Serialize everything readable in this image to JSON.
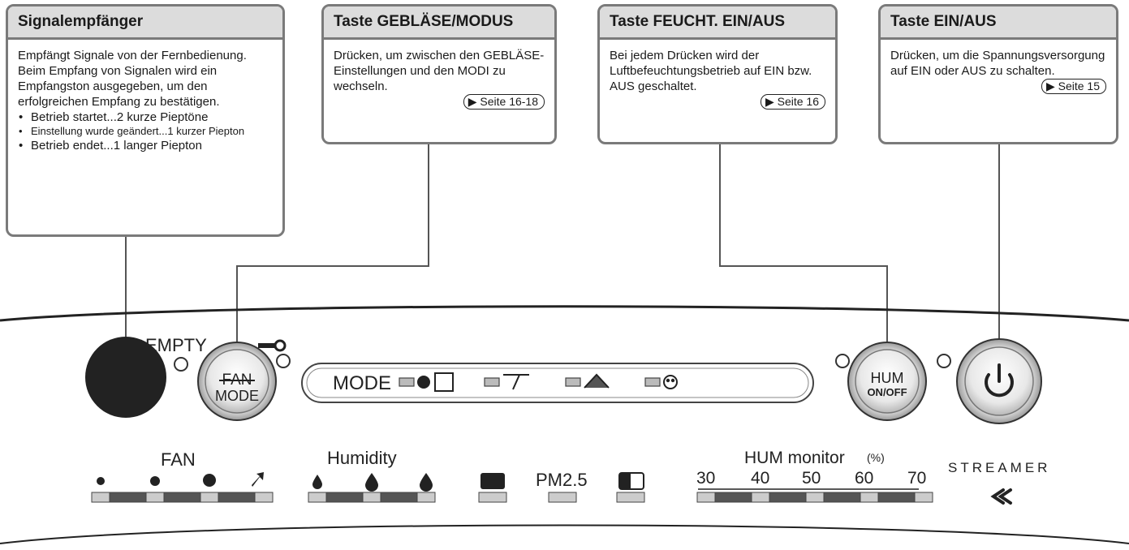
{
  "callouts": {
    "signal": {
      "title": "Signalempfänger",
      "text": "Empfängt Signale von der Fernbedienung. Beim Empfang von Signalen wird ein Empfangston ausgegeben, um den erfolgreichen Empfang zu bestätigen.",
      "bullets": [
        "Betrieb startet...2 kurze Pieptöne",
        "Einstellung wurde geändert...1 kurzer Piepton",
        "Betrieb endet...1 langer Piepton"
      ]
    },
    "fan_mode": {
      "title": "Taste GEBLÄSE/MODUS",
      "text": "Drücken, um zwischen den GEBLÄSE-Einstellungen und den MODI zu wechseln.",
      "page": "Seite 16-18"
    },
    "hum": {
      "title": "Taste FEUCHT. EIN/AUS",
      "text": "Bei jedem Drücken wird der Luftbefeuchtungsbetrieb auf EIN bzw. AUS geschaltet.",
      "page": "Seite 16"
    },
    "power": {
      "title": "Taste EIN/AUS",
      "text": "Drücken, um die Spannungsversorgung auf EIN oder AUS zu schalten.",
      "page": "Seite 15"
    }
  },
  "panel": {
    "empty_label": "EMPTY",
    "fan_button": {
      "top": "FAN",
      "bottom": "MODE"
    },
    "mode_label": "MODE",
    "hum_button": {
      "top": "HUM",
      "bottom": "ON/OFF"
    },
    "fan_label": "FAN",
    "humidity_label": "Humidity",
    "pm_label": "PM2.5",
    "hum_monitor_label": "HUM monitor",
    "hum_monitor_unit": "(%)",
    "hum_monitor_scale": [
      "30",
      "40",
      "50",
      "60",
      "70"
    ],
    "streamer_label": "STREAMER"
  },
  "colors": {
    "callout_border": "#7a7a7a",
    "callout_header": "#dcdcdc",
    "indicator_light": "#cccccc",
    "indicator_dark": "#555555"
  }
}
